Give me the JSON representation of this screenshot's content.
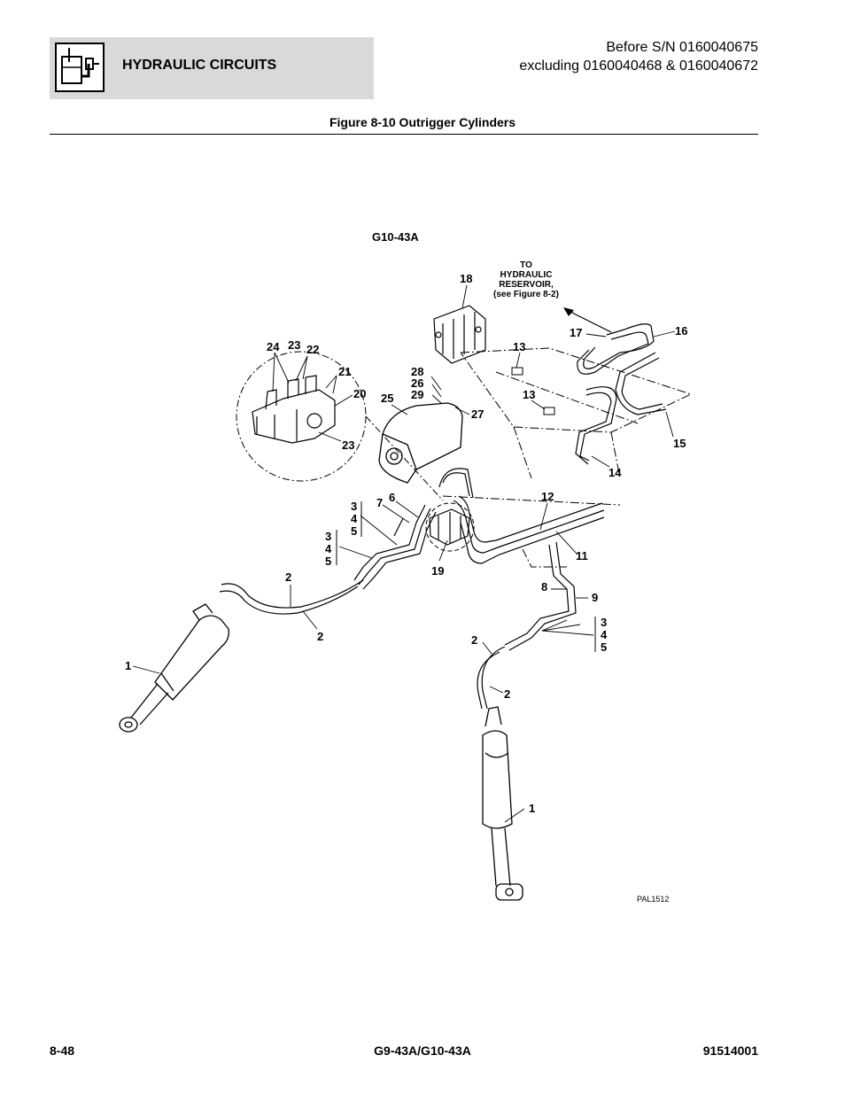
{
  "header": {
    "section_title": "HYDRAULIC CIRCUITS",
    "serial_line1": "Before S/N 0160040675",
    "serial_line2": "excluding 0160040468 & 0160040672",
    "icon": "hydraulic-reservoir-icon"
  },
  "figure": {
    "title": "Figure 8-10 Outrigger Cylinders",
    "model_label": "G10-43A",
    "reference_code": "PAL1512",
    "reservoir_note": [
      "TO",
      "HYDRAULIC",
      "RESERVOIR,",
      "(see Figure 8-2)"
    ],
    "callouts": {
      "c1a": "1",
      "c1b": "1",
      "c2a": "2",
      "c2b": "2",
      "c2c": "2",
      "c2d": "2",
      "g1_3": "3",
      "g1_4": "4",
      "g1_5": "5",
      "g2_3": "3",
      "g2_4": "4",
      "g2_5": "5",
      "g3_3": "3",
      "g3_4": "4",
      "g3_5": "5",
      "c6": "6",
      "c7": "7",
      "c8": "8",
      "c9": "9",
      "c11": "11",
      "c12": "12",
      "c13a": "13",
      "c13b": "13",
      "c14": "14",
      "c15": "15",
      "c16": "16",
      "c17": "17",
      "c18": "18",
      "c19": "19",
      "c20": "20",
      "c21": "21",
      "c22": "22",
      "c23a": "23",
      "c23b": "23",
      "c24": "24",
      "c25": "25",
      "c26": "26",
      "c27": "27",
      "c28": "28",
      "c29": "29"
    }
  },
  "footer": {
    "page_number": "8-48",
    "model": "G9-43A/G10-43A",
    "doc_number": "91514001"
  }
}
